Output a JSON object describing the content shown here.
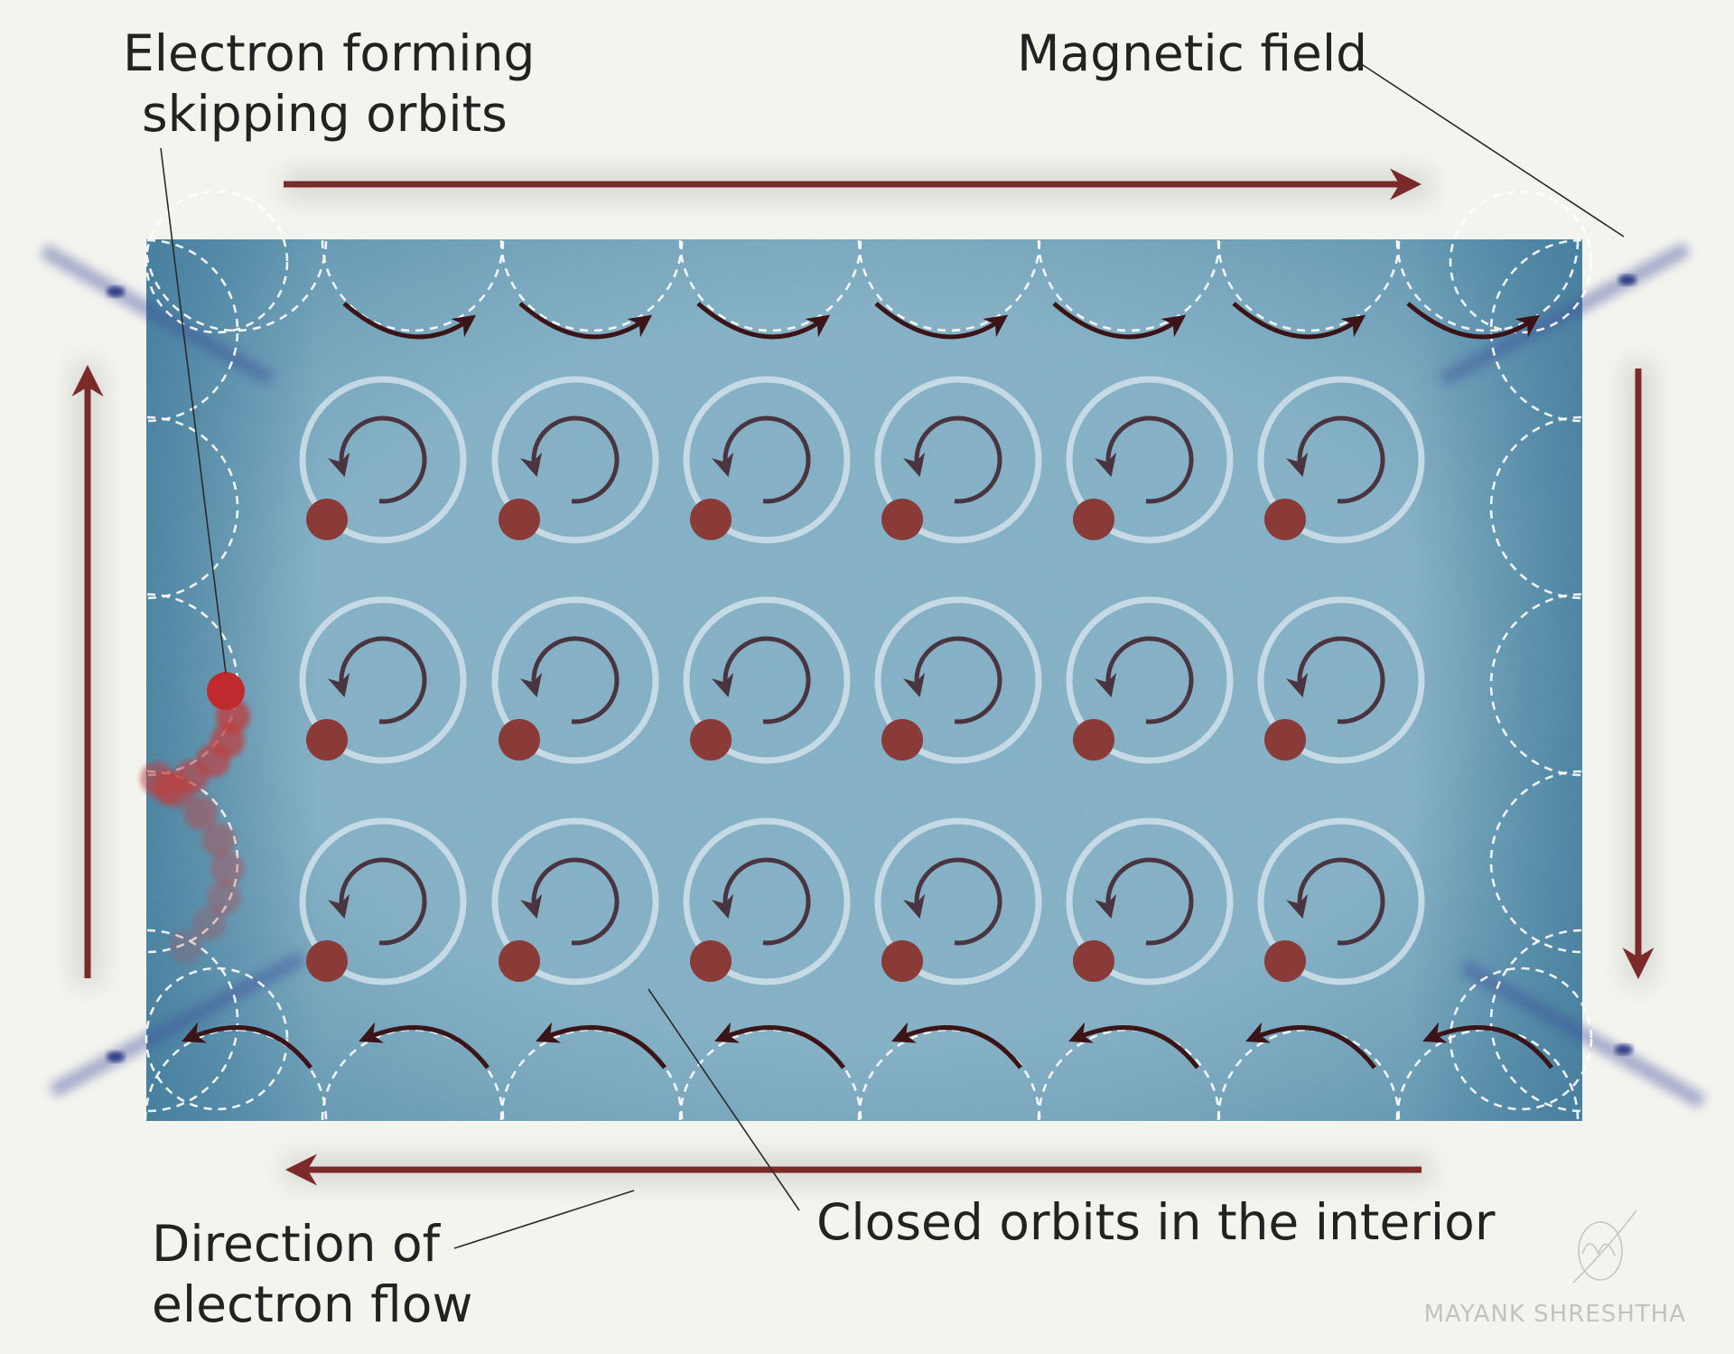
{
  "labels": {
    "skipping": [
      "Electron forming",
      "skipping orbits"
    ],
    "magnetic": "Magnetic field",
    "flow": [
      "Direction of",
      "electron flow"
    ],
    "closed": "Closed orbits in the interior"
  },
  "signature": {
    "name": "MAYANK SHRESHTHA"
  },
  "closed_orbits": {
    "rows": 3,
    "cols": 6
  },
  "colors": {
    "background": "#f4f4ef",
    "sample": "#7aa9bf",
    "sample_edge": "#3f7fa0",
    "flow_arrow": "#7b2a2a",
    "orbit_ring": "#d4e5ec",
    "orbit_arrow": "#4a3440",
    "electron": "#8a3b38",
    "skipping_arrow": "#3a1416",
    "dashed_orbit": "#ffffff",
    "magnetic_mark": "#3a4b9a"
  }
}
